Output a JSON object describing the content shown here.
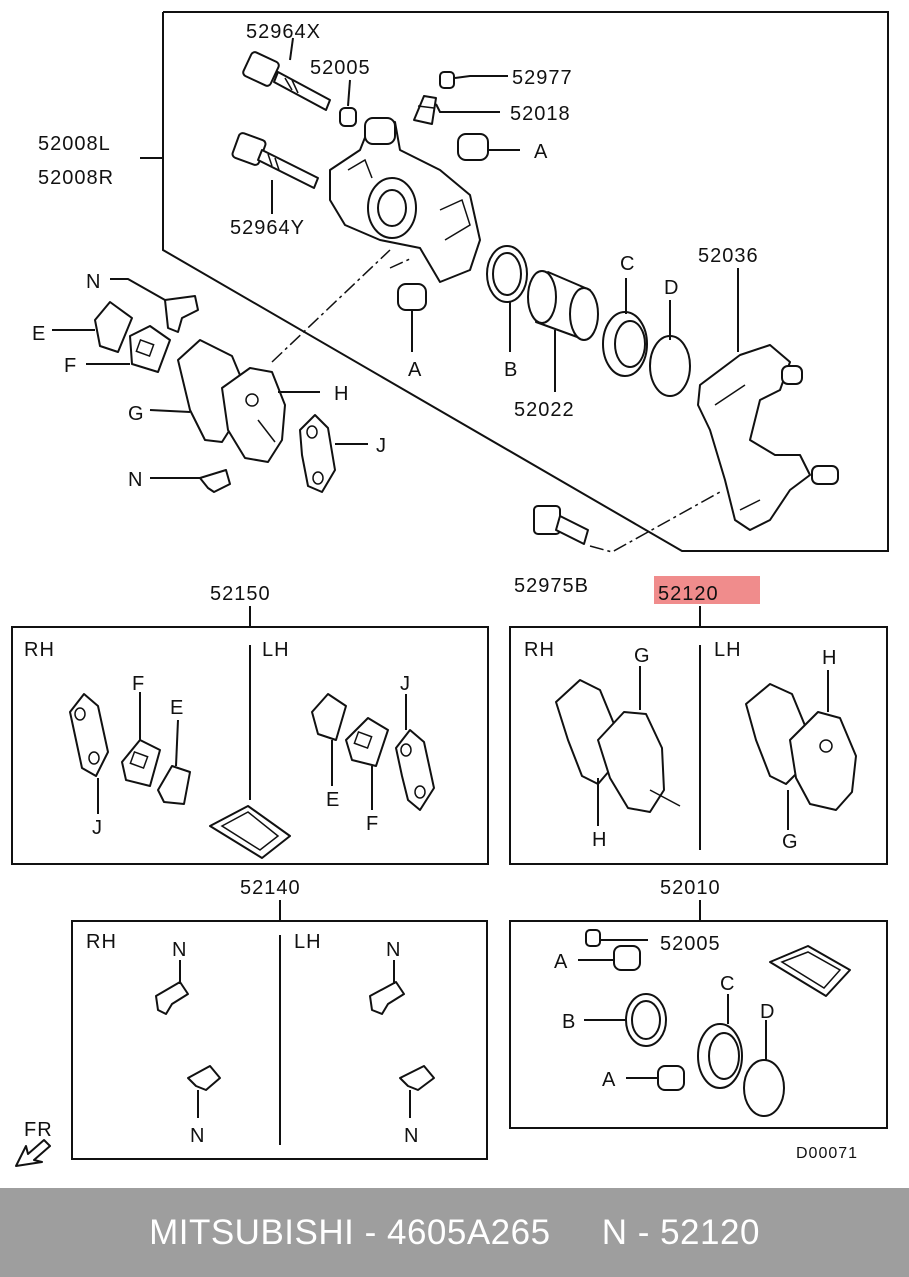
{
  "diagram": {
    "highlight_color": "#f08c8c",
    "footer_bg": "#9e9e9e",
    "caliper_section": {
      "labels": {
        "bolt_x": "52964X",
        "cap_top": "52005",
        "bleeder_cap": "52977",
        "bleeder": "52018",
        "caliper_l": "52008L",
        "caliper_r": "52008R",
        "bolt_y": "52964Y",
        "boot_a_top": "A",
        "boot_a_bottom": "A",
        "seal_b": "B",
        "piston": "52022",
        "boot_c": "C",
        "ring_d": "D",
        "bracket": "52036",
        "bracket_bolt": "52975B",
        "clip_n_top": "N",
        "plate_e": "E",
        "plate_f": "F",
        "pad_g": "G",
        "pad_h": "H",
        "shim_j": "J",
        "clip_n_bottom": "N"
      }
    },
    "kit_52150": {
      "part_no": "52150",
      "rh": "RH",
      "lh": "LH",
      "labels": {
        "f_rh": "F",
        "e_rh": "E",
        "j_rh": "J",
        "e_lh": "E",
        "f_lh": "F",
        "j_lh": "J"
      }
    },
    "kit_52120": {
      "part_no": "52120",
      "rh": "RH",
      "lh": "LH",
      "labels": {
        "g_rh": "G",
        "h_rh": "H",
        "h_lh": "H",
        "g_lh": "G"
      }
    },
    "kit_52140": {
      "part_no": "52140",
      "rh": "RH",
      "lh": "LH",
      "labels": {
        "n1": "N",
        "n2": "N",
        "n3": "N",
        "n4": "N"
      }
    },
    "kit_52010": {
      "part_no": "52010",
      "labels": {
        "cap": "52005",
        "a1": "A",
        "b": "B",
        "c": "C",
        "d": "D",
        "a2": "A"
      }
    },
    "direction_label": "FR",
    "direction_icon": "arrow-front-icon",
    "drawing_code": "D00071"
  },
  "footer": {
    "text": "MITSUBISHI - 4605A265     N - 52120"
  }
}
